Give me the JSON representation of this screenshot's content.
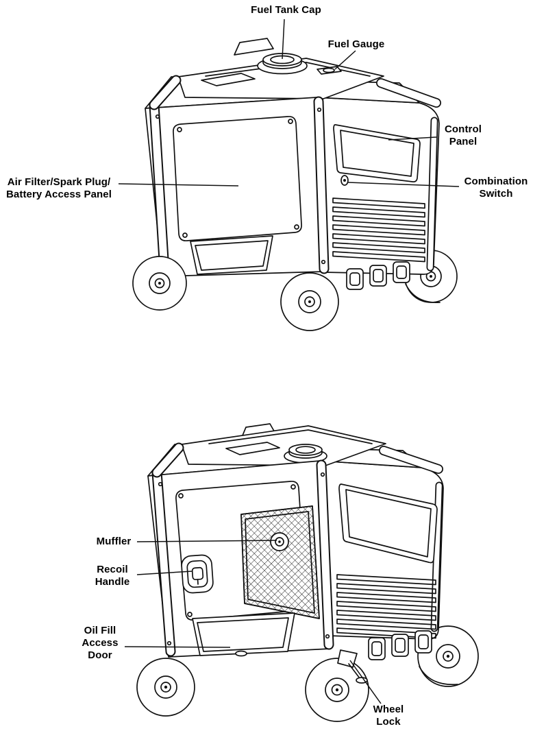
{
  "document": {
    "background": "#ffffff",
    "ink": "#000000"
  },
  "figures": [
    {
      "id": "generator-front-left-view",
      "labels": [
        {
          "id": "fuel-tank-cap",
          "lines": [
            "Fuel Tank Cap"
          ]
        },
        {
          "id": "fuel-gauge",
          "lines": [
            "Fuel Gauge"
          ]
        },
        {
          "id": "control-panel",
          "lines": [
            "Control",
            "Panel"
          ]
        },
        {
          "id": "combination-switch",
          "lines": [
            "Combination",
            "Switch"
          ]
        },
        {
          "id": "air-filter-spark-plug-battery-access-panel",
          "lines": [
            "Air Filter/Spark Plug/",
            "Battery Access Panel"
          ]
        }
      ]
    },
    {
      "id": "generator-muffler-side-view",
      "labels": [
        {
          "id": "muffler",
          "lines": [
            "Muffler"
          ]
        },
        {
          "id": "recoil-handle",
          "lines": [
            "Recoil",
            "Handle"
          ]
        },
        {
          "id": "oil-fill-access-door",
          "lines": [
            "Oil Fill",
            "Access",
            "Door"
          ]
        },
        {
          "id": "wheel-lock",
          "lines": [
            "Wheel",
            "Lock"
          ]
        }
      ]
    }
  ]
}
